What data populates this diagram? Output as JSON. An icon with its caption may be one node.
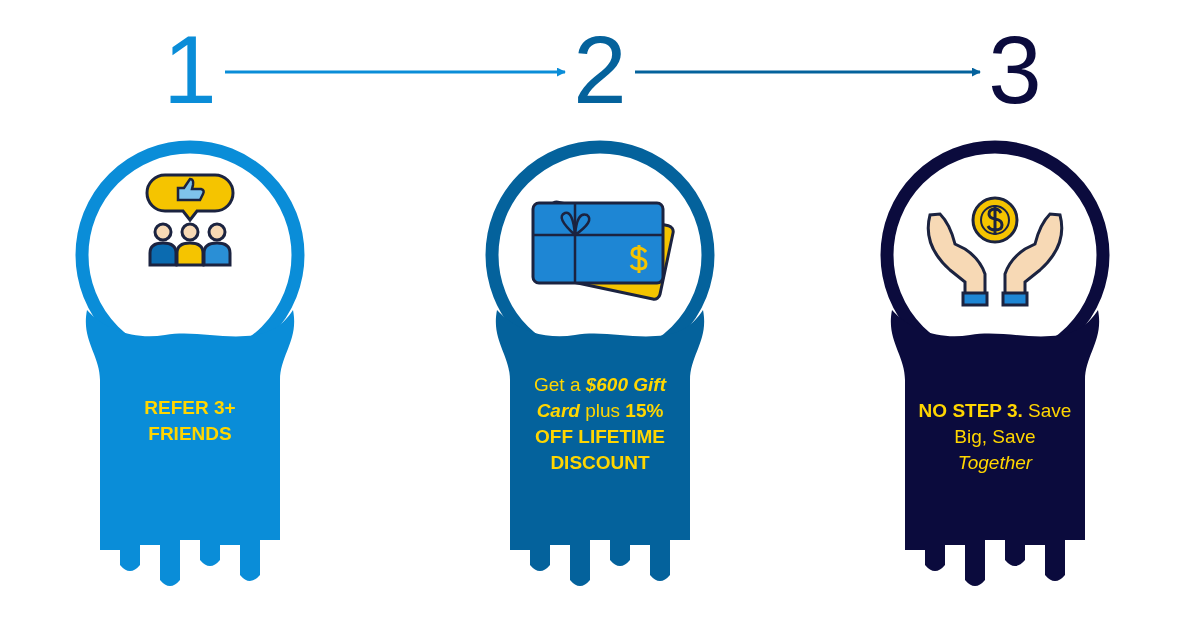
{
  "diagram": {
    "nodes": [
      {
        "text": [
          "1"
        ]
      },
      {
        "text": [
          "2"
        ]
      },
      {
        "text": [
          "3"
        ]
      },
      {
        "text": [
          "REFER 3+ FRIENDS"
        ]
      },
      {
        "text": [
          "Get a **$600 Gift Card** plus **15% OFF LIFETIME DISCOUNT**"
        ]
      },
      {
        "text": [
          "**NO STEP 3.** Save Big, Save *Together*"
        ]
      }
    ],
    "edges": [
      {
        "from": 0,
        "to": 1,
        "arrow": "to"
      },
      {
        "from": 1,
        "to": 2,
        "arrow": "to"
      }
    ]
  }
}
